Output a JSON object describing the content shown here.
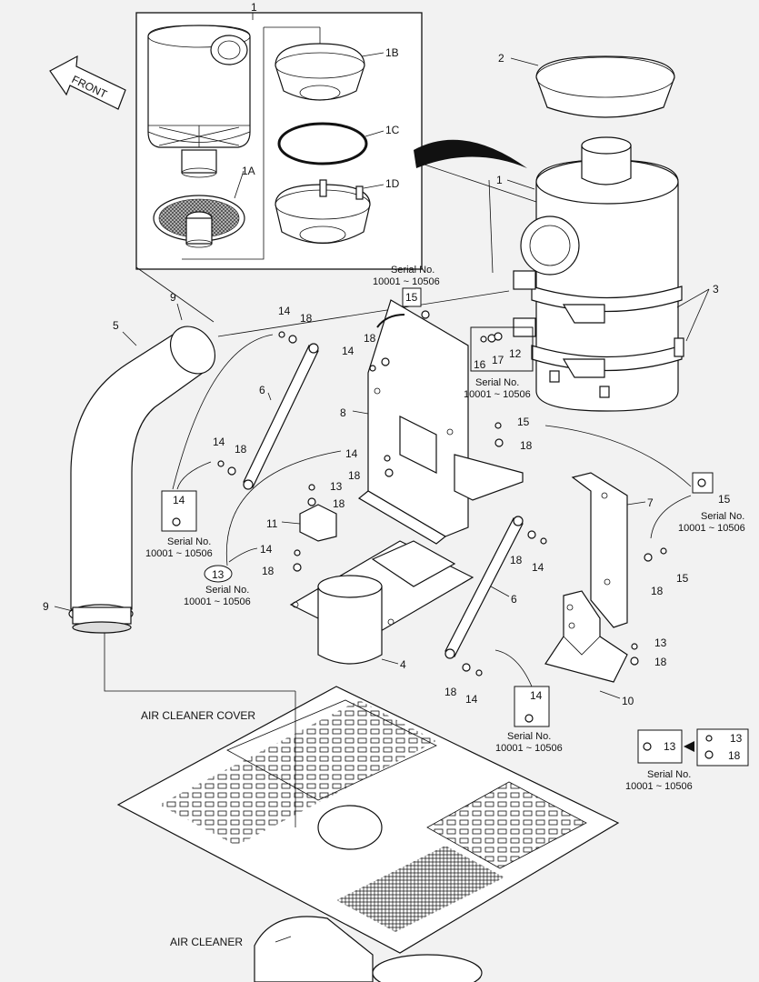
{
  "front_arrow": "FRONT",
  "callouts": {
    "c1_top": "1",
    "c1b": "1B",
    "c1c": "1C",
    "c1a": "1A",
    "c1d": "1D",
    "c2": "2",
    "c1_main": "1",
    "c3": "3",
    "c9_top": "9",
    "c5": "5",
    "c14_a": "14",
    "c18_a": "18",
    "c14_b": "14",
    "c18_b": "18",
    "c6_left": "6",
    "c8": "8",
    "c16": "16",
    "c17": "17",
    "c12": "12",
    "c15_a": "15",
    "c18_c": "18",
    "c14_c": "14",
    "c18_d": "18",
    "c14_d": "14",
    "c18_e": "18",
    "c13_a": "13",
    "c18_f": "18",
    "c11": "11",
    "c14_e": "14",
    "c18_g": "18",
    "c7": "7",
    "c15_b": "15",
    "c18_h": "18",
    "c18_i": "18",
    "c14_f": "14",
    "c6_right": "6",
    "c4": "4",
    "c13_b": "13",
    "c18_j": "18",
    "c10": "10",
    "c18_k": "18",
    "c14_g": "14",
    "c9_bottom": "9",
    "c13_c": "13",
    "c18_l": "18"
  },
  "serial_groups": [
    {
      "id": "15",
      "label": "Serial No.",
      "range": "10001 ~ 10506"
    },
    {
      "id": "12",
      "label": "Serial No.",
      "range": "10001 ~ 10506"
    },
    {
      "id": "15",
      "label": "Serial No.",
      "range": "10001 ~ 10506"
    },
    {
      "id": "14",
      "label": "Serial No.",
      "range": "10001 ~ 10506"
    },
    {
      "id": "13",
      "label": "Serial No.",
      "range": "10001 ~ 10506"
    },
    {
      "id": "14",
      "label": "Serial No.",
      "range": "10001 ~ 10506"
    },
    {
      "id": "13",
      "label": "Serial No.",
      "range": "10001 ~ 10506"
    }
  ],
  "box_ids": {
    "b15_top": "15",
    "b14_left": "14",
    "b13_left": "13",
    "b15_right": "15",
    "b14_bottom": "14",
    "b13_old": "13",
    "b13_new": "13",
    "b18_new": "18"
  },
  "labels": {
    "air_cleaner_cover": "AIR CLEANER COVER",
    "air_cleaner": "AIR CLEANER"
  }
}
